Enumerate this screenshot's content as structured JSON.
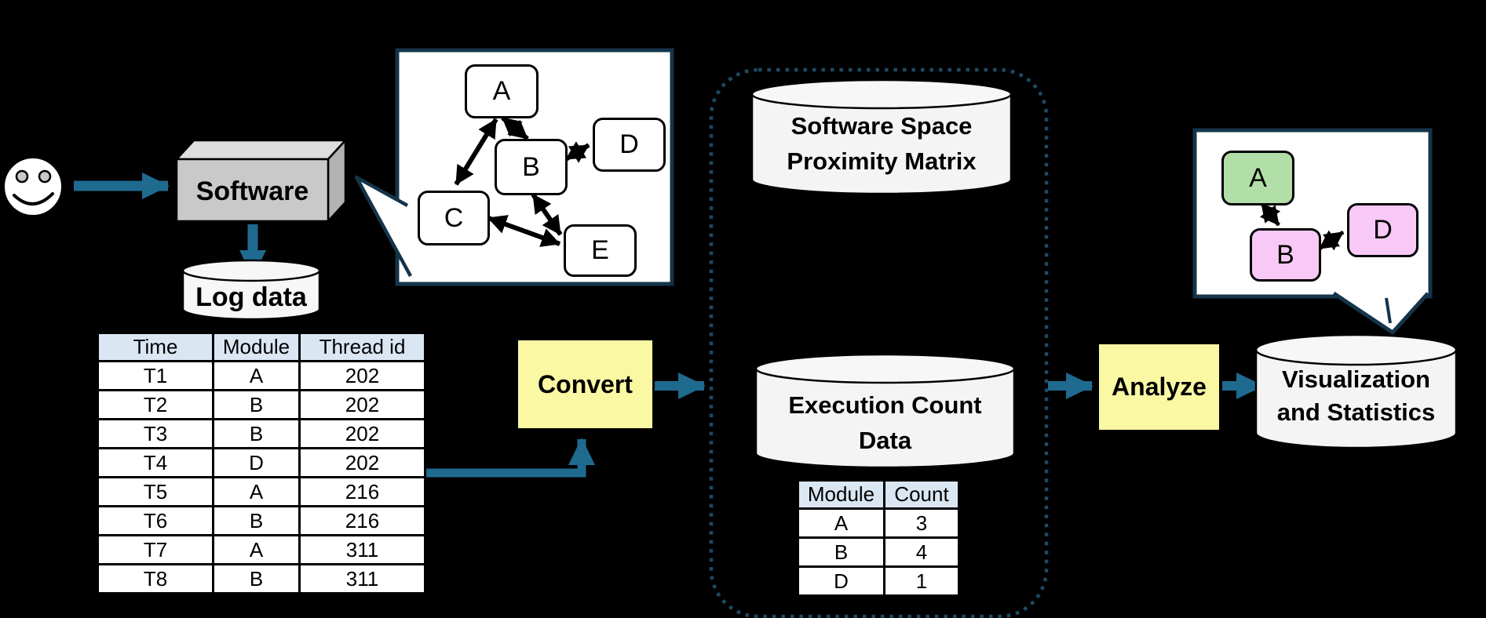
{
  "actor": {
    "icon": "smiley-face-icon"
  },
  "software": {
    "label": "Software"
  },
  "log_data": {
    "label": "Log data"
  },
  "log_table": {
    "headers": [
      "Time",
      "Module",
      "Thread id"
    ],
    "rows": [
      [
        "T1",
        "A",
        "202"
      ],
      [
        "T2",
        "B",
        "202"
      ],
      [
        "T3",
        "B",
        "202"
      ],
      [
        "T4",
        "D",
        "202"
      ],
      [
        "T5",
        "A",
        "216"
      ],
      [
        "T6",
        "B",
        "216"
      ],
      [
        "T7",
        "A",
        "311"
      ],
      [
        "T8",
        "B",
        "311"
      ]
    ]
  },
  "convert": {
    "label": "Convert"
  },
  "matrix_store": {
    "line1": "Software Space",
    "line2": "Proximity Matrix"
  },
  "count_store": {
    "line1": "Execution Count",
    "line2": "Data"
  },
  "count_table": {
    "headers": [
      "Module",
      "Count"
    ],
    "rows": [
      [
        "A",
        "3"
      ],
      [
        "B",
        "4"
      ],
      [
        "D",
        "1"
      ]
    ]
  },
  "analyze": {
    "label": "Analyze"
  },
  "visualization_store": {
    "line1": "Visualization",
    "line2": "and Statistics"
  },
  "module_graph": {
    "nodes": [
      "A",
      "B",
      "C",
      "D",
      "E"
    ],
    "edges": [
      "A-B",
      "A-C",
      "B-D",
      "B-E",
      "C-E"
    ]
  },
  "proximity_graph": {
    "nodes": [
      "A",
      "B",
      "D"
    ],
    "node_colors": {
      "A": "green",
      "B": "pink",
      "D": "pink"
    },
    "edges": [
      "A-B",
      "B-D"
    ]
  },
  "colors": {
    "background": "#000000",
    "flow_arrow": "#1f6a8f",
    "bubble_border": "#14344a",
    "dotted_container_border": "#1d4a63",
    "process_box_fill": "#faf8a2",
    "table_header_fill": "#dbe6f3",
    "cylinder_fill": "#f4f4f4",
    "node_green": "#b2dfa8",
    "node_pink": "#f8c9f6",
    "box_gray_front": "#c9c9c9",
    "box_gray_top": "#dedede",
    "box_gray_side": "#b2b2b2"
  }
}
